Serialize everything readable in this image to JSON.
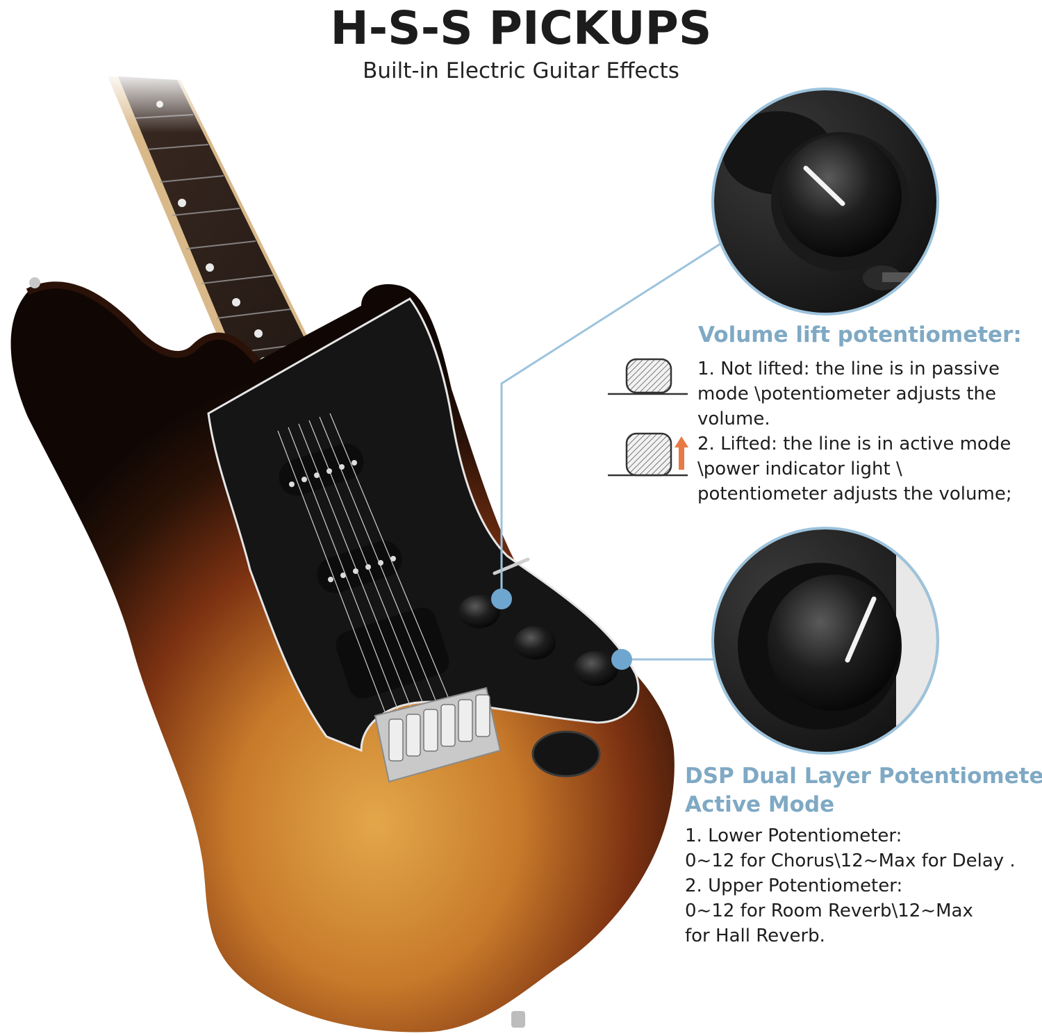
{
  "header": {
    "title": "H-S-S PICKUPS",
    "subtitle": "Built-in Electric Guitar Effects"
  },
  "volume_section": {
    "heading": "Volume lift potentiometer:",
    "item1_lines": [
      "1. Not lifted: the line is in passive",
      "mode \\potentiometer adjusts the",
      "volume."
    ],
    "item2_lines": [
      "2.  Lifted: the line is in active mode",
      "\\power indicator light \\",
      "potentiometer adjusts the volume;"
    ]
  },
  "dsp_section": {
    "heading_lines": [
      "DSP Dual Layer Potentiometer:",
      "Active Mode"
    ],
    "item_lines": [
      "1. Lower Potentiometer:",
      "0~12 for Chorus\\12~Max for Delay .",
      "2. Upper Potentiometer:",
      "0~12 for Room Reverb\\12~Max",
      "for Hall Reverb."
    ]
  },
  "colors": {
    "accent": "#7fa9c4",
    "callout_dot": "#6ea6cf",
    "arrow": "#e87a45",
    "sunburst_outer": "#1b0d06",
    "sunburst_mid": "#8a3a14",
    "sunburst_center": "#d99a3e",
    "pickguard": "#161616"
  },
  "icons": {
    "knob_not_lifted": "knob-not-lifted-icon",
    "knob_lifted": "knob-lifted-icon",
    "lift_arrow": "arrow-up-icon"
  }
}
